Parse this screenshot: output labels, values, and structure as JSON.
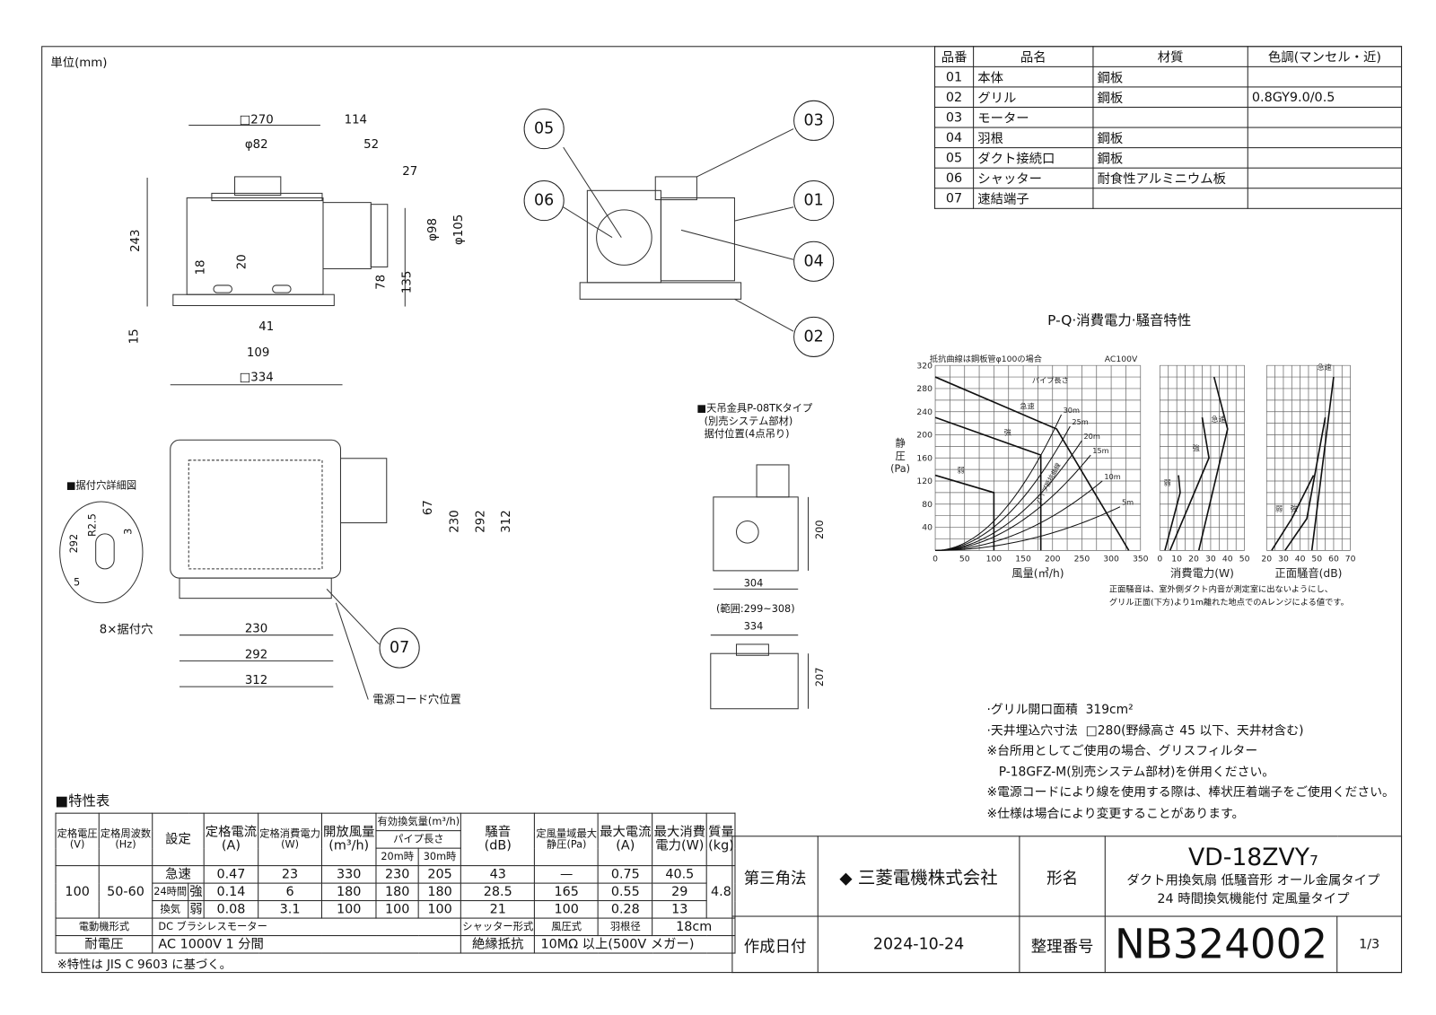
{
  "unit_label": "単位(mm)",
  "parts_table": {
    "headers": [
      "品番",
      "品名",
      "材質",
      "色調(マンセル・近)"
    ],
    "rows": [
      [
        "01",
        "本体",
        "鋼板",
        ""
      ],
      [
        "02",
        "グリル",
        "鋼板",
        "0.8GY9.0/0.5"
      ],
      [
        "03",
        "モーター",
        "",
        ""
      ],
      [
        "04",
        "羽根",
        "鋼板",
        ""
      ],
      [
        "05",
        "ダクト接続口",
        "鋼板",
        ""
      ],
      [
        "06",
        "シャッター",
        "耐食性アルミニウム板",
        ""
      ],
      [
        "07",
        "速結端子",
        "",
        ""
      ]
    ]
  },
  "callouts": [
    "01",
    "02",
    "03",
    "04",
    "05",
    "06",
    "07"
  ],
  "dims_top": {
    "sq270": "□270",
    "phi82": "φ82",
    "d114": "114",
    "d52": "52",
    "d27": "27",
    "d243": "243",
    "d18": "18",
    "d20": "20",
    "phi98": "φ98",
    "phi105": "φ105",
    "d78": "78",
    "d135": "135",
    "d15": "15",
    "d41": "41",
    "d109": "109",
    "sq334": "□334"
  },
  "dims_bottom": {
    "detail_title": "■据付穴詳細図",
    "r25": "R2.5",
    "d292a": "292",
    "d3": "3",
    "d5": "5",
    "holes": "8×据付穴",
    "w230": "230",
    "w292": "292",
    "w312": "312",
    "h67": "67",
    "h230": "230",
    "h292": "292",
    "h312": "312",
    "cord": "電源コード穴位置"
  },
  "hanger": {
    "title": "■天吊金具P-08TKタイプ",
    "sub1": "(別売システム部材)",
    "sub2": "据付位置(4点吊り)",
    "d200": "200",
    "d304": "304",
    "range": "(範囲:299~308)",
    "d334": "334",
    "d207": "207"
  },
  "chart_title": "P-Q·消費電力·騒音特性",
  "chart_note": [
    "正面騒音は、室外側ダクト内音が測定室に出ないようにし、",
    "グリル正面(下方)より1m離れた地点でのAレンジによる値です。"
  ],
  "chart_data": [
    {
      "type": "line",
      "title": "P-Q",
      "annotation": "抵抗曲線は鋼板管φ100の場合",
      "voltage": "AC100V",
      "xlabel": "風量(㎥/h)",
      "ylabel": "静圧(Pa)",
      "ylabel_lines": [
        "静",
        "圧",
        "(Pa)"
      ],
      "xlim": [
        0,
        350
      ],
      "ylim": [
        0,
        320
      ],
      "xticks": [
        0,
        50,
        100,
        150,
        200,
        250,
        300,
        350
      ],
      "yticks": [
        40,
        80,
        120,
        160,
        200,
        240,
        280,
        320
      ],
      "series": [
        {
          "name": "急速",
          "points": [
            [
              0,
              300
            ],
            [
              207,
              210
            ],
            [
              330,
              0
            ]
          ]
        },
        {
          "name": "強",
          "points": [
            [
              0,
              230
            ],
            [
              180,
              165
            ],
            [
              180,
              0
            ]
          ]
        },
        {
          "name": "弱",
          "points": [
            [
              0,
              130
            ],
            [
              100,
              100
            ],
            [
              100,
              0
            ]
          ]
        }
      ],
      "pipe_label": "パイプ長さ",
      "pipe_curve_label": "パイプ抵抗曲線",
      "pipe_curves": [
        {
          "name": "30m",
          "k": 0.00508,
          "qmax": 215
        },
        {
          "name": "25m",
          "k": 0.00406,
          "qmax": 230
        },
        {
          "name": "20m",
          "k": 0.00304,
          "qmax": 250
        },
        {
          "name": "15m",
          "k": 0.00235,
          "qmax": 265
        },
        {
          "name": "10m",
          "k": 0.00148,
          "qmax": 285
        },
        {
          "name": "5m",
          "k": 0.00076,
          "qmax": 315
        }
      ]
    },
    {
      "type": "line",
      "title": "消費電力",
      "xlabel": "消費電力(W)",
      "xlim": [
        0,
        50
      ],
      "ylim": [
        0,
        320
      ],
      "xticks": [
        0,
        10,
        20,
        30,
        40,
        50
      ],
      "series": [
        {
          "name": "急速",
          "points": [
            [
              23,
              0
            ],
            [
              40,
              210
            ],
            [
              32,
              300
            ]
          ]
        },
        {
          "name": "強",
          "points": [
            [
              6,
              0
            ],
            [
              29,
              160
            ],
            [
              25,
              230
            ]
          ]
        },
        {
          "name": "弱",
          "points": [
            [
              3,
              0
            ],
            [
              12,
              100
            ],
            [
              11,
              130
            ]
          ]
        }
      ]
    },
    {
      "type": "line",
      "title": "正面騒音",
      "xlabel": "正面騒音(dB)",
      "xlim": [
        20,
        70
      ],
      "ylim": [
        0,
        320
      ],
      "xticks": [
        20,
        30,
        40,
        50,
        60,
        70
      ],
      "series": [
        {
          "name": "急速",
          "points": [
            [
              47,
              0
            ],
            [
              60,
              300
            ]
          ]
        },
        {
          "name": "強",
          "points": [
            [
              31,
              0
            ],
            [
              44,
              55
            ],
            [
              55,
              230
            ]
          ]
        },
        {
          "name": "弱",
          "points": [
            [
              23,
              0
            ],
            [
              35,
              55
            ],
            [
              48,
              130
            ]
          ]
        }
      ]
    }
  ],
  "notes": [
    "·グリル開口面積  319cm²",
    "·天井埋込穴寸法  □280(野縁高さ 45 以下、天井材含む)",
    "※台所用としてご使用の場合、グリスフィルター",
    "   P-18GFZ-M(別売システム部材)を併用ください。",
    "※電源コードにより線を使用する際は、棒状圧着端子をご使用ください。",
    "※仕様は場合により変更することがあります。"
  ],
  "spec": {
    "title": "■特性表",
    "h": {
      "v": "定格電圧",
      "v_u": "(V)",
      "hz": "定格周波数",
      "hz_u": "(Hz)",
      "setting": "設定",
      "a": "定格電流",
      "a_u": "(A)",
      "w": "定格消費電力",
      "w_u": "(W)",
      "open": "開放風量",
      "open_u": "(m³/h)",
      "eff": "有効換気量(m³/h)",
      "pipe": "パイプ長さ",
      "p20": "20m時",
      "p30": "30m時",
      "db": "騒音",
      "db_u": "(dB)",
      "pa": "定風量域最大",
      "pa_u": "静圧(Pa)",
      "maxa": "最大電流",
      "maxa_u": "(A)",
      "maxw": "最大消費",
      "maxw_u": "電力(W)",
      "kg": "質量",
      "kg_u": "(kg)"
    },
    "voltage": "100",
    "freq": "50-60",
    "mass": "4.8",
    "mode24a": "24時間",
    "mode24b": "換気",
    "rows": [
      {
        "mode": "急速",
        "a": "0.47",
        "w": "23",
        "open": "330",
        "p20": "230",
        "p30": "205",
        "db": "43",
        "pa": "—",
        "maxa": "0.75",
        "maxw": "40.5"
      },
      {
        "mode": "強",
        "a": "0.14",
        "w": "6",
        "open": "180",
        "p20": "180",
        "p30": "180",
        "db": "28.5",
        "pa": "165",
        "maxa": "0.55",
        "maxw": "29"
      },
      {
        "mode": "弱",
        "a": "0.08",
        "w": "3.1",
        "open": "100",
        "p20": "100",
        "p30": "100",
        "db": "21",
        "pa": "100",
        "maxa": "0.28",
        "maxw": "13"
      }
    ],
    "motor_label": "電動機形式",
    "motor": "DC ブラシレスモーター",
    "shutter_label": "シャッター形式",
    "shutter": "風圧式",
    "blade_label": "羽根径",
    "blade": "18cm",
    "withstand_label": "耐電圧",
    "withstand": "AC 1000V 1 分間",
    "insul_label": "絶縁抵抗",
    "insul": "10MΩ 以上(500V メガー)",
    "footer": "※特性は JIS C 9603 に基づく。"
  },
  "title_block": {
    "projection": "第三角法",
    "company": "三菱電機株式会社",
    "model_label": "形名",
    "model": "VD-18ZVY",
    "model_suffix": "7",
    "desc1": "ダクト用換気扇  低騒音形  オール金属タイプ",
    "desc2": "24 時間換気機能付  定風量タイプ",
    "date_label": "作成日付",
    "date": "2024-10-24",
    "number_label": "整理番号",
    "number": "NB324002",
    "page": "1/3"
  }
}
